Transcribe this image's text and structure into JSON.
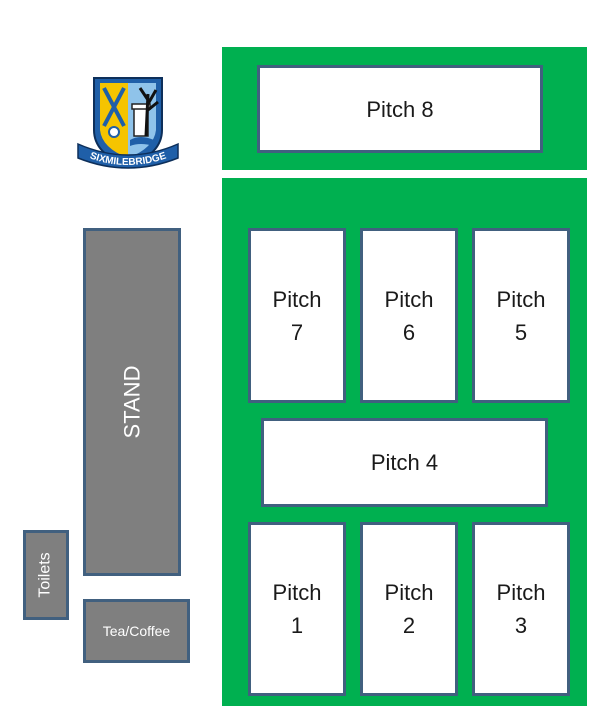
{
  "crest": {
    "banner_text": "SIXMILEBRIDGE"
  },
  "pitches": {
    "p8": "Pitch 8",
    "p7": [
      "Pitch",
      "7"
    ],
    "p6": [
      "Pitch",
      "6"
    ],
    "p5": [
      "Pitch",
      "5"
    ],
    "p4": "Pitch 4",
    "p1": [
      "Pitch",
      "1"
    ],
    "p2": [
      "Pitch",
      "2"
    ],
    "p3": [
      "Pitch",
      "3"
    ]
  },
  "facilities": {
    "stand": "STAND",
    "toilets": "Toilets",
    "tea": "Tea/Coffee"
  },
  "colors": {
    "grass": "#00b050",
    "border": "#41607f",
    "building": "#7f7f7f",
    "crest_blue": "#1f5fa8",
    "crest_yellow": "#f5c400"
  }
}
